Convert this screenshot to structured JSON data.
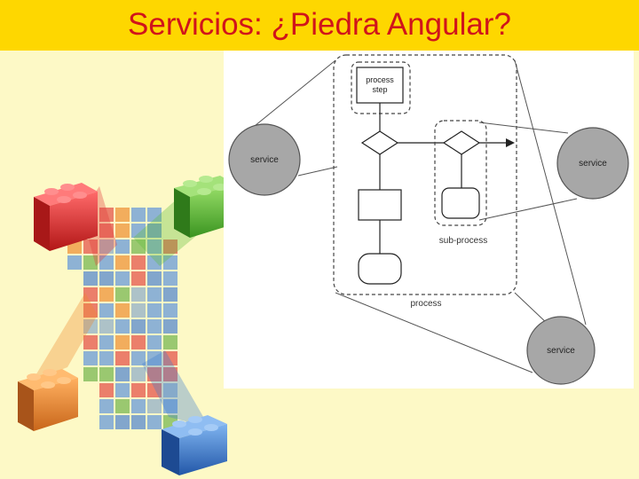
{
  "slide": {
    "title": "Servicios: ¿Piedra Angular?"
  },
  "diagram": {
    "process_step_line1": "process",
    "process_step_line2": "step",
    "service_left": "service",
    "service_right": "service",
    "service_bottom": "service",
    "sub_process_label": "sub-process",
    "process_label": "process"
  },
  "colors": {
    "title_bar": "#fed700",
    "title_text": "#d0141b",
    "background": "#fdf9c6",
    "brick_red": "#e03a3a",
    "brick_green": "#5fbd3a",
    "brick_orange": "#ee8a2e",
    "brick_blue": "#3f7fcf",
    "service_circle": "#a7a7a7"
  }
}
